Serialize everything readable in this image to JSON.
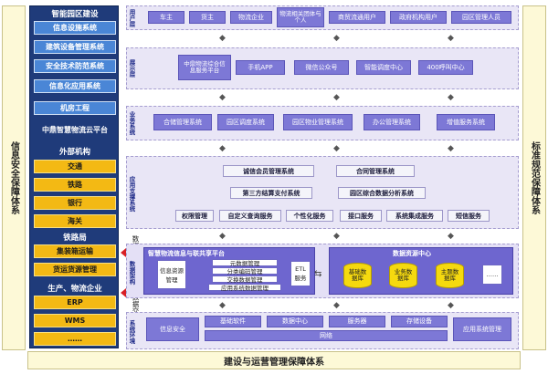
{
  "left_side_label": "信息安全保障体系",
  "right_side_label": "标准规范保障体系",
  "bottom_label": "建设与运营管理保障体系",
  "left_panel": {
    "title1": "智能园区建设",
    "items1": [
      "信息设施系统",
      "建筑设备管理系统",
      "安全技术防范系统",
      "信息化应用系统",
      "机房工程"
    ],
    "title2": "中鼎智慧物流云平台",
    "title3": "外部机构",
    "items3": [
      "交通",
      "铁路",
      "银行",
      "海关"
    ],
    "title4": "铁路局",
    "items4": [
      "集装箱运输",
      "货运货源管理"
    ],
    "title5": "生产、物流企业",
    "items5": [
      "ERP",
      "WMS",
      "……"
    ]
  },
  "side_arrow_labels": [
    "数据交换",
    "数据交换"
  ],
  "layers": {
    "user": {
      "label": "用户层",
      "items": [
        "车主",
        "货主",
        "物流企业",
        "物流相关团体与个人",
        "商贸流通用户",
        "政府机构用户",
        "园区管理人员"
      ]
    },
    "display": {
      "label": "展示层",
      "items": [
        "中鼎物流综合信息服务平台",
        "手机APP",
        "微信公众号",
        "智能调度中心",
        "400呼叫中心"
      ]
    },
    "business": {
      "label": "业务系统",
      "items": [
        "合储管理系统",
        "园区调度系统",
        "园区物业管理系统",
        "办公管理系统",
        "增值服务系统"
      ]
    },
    "support": {
      "label": "应用支撑系统",
      "row1": [
        "诚信会员管理系统",
        "合同管理系统"
      ],
      "row2": [
        "第三方结算支付系统",
        "园区综合数据分析系统"
      ],
      "row3": [
        "权限管理",
        "自定义查询服务",
        "个性化服务",
        "接口服务",
        "系统集成服务",
        "短信服务"
      ]
    },
    "data": {
      "label": "数据架构",
      "platform_title": "智慧物流信息与联共享平台",
      "info_box": "信息资源管理",
      "info_items": [
        "元数据管理",
        "分类编码管理",
        "交换数据管理",
        "应用系统数据管理"
      ],
      "etl": "ETL服务",
      "center_title": "数据资源中心",
      "dbs": [
        "基础数据库",
        "业务数据库",
        "主题数据库",
        "……"
      ]
    },
    "infra": {
      "label": "系统环境",
      "items": [
        "信息安全",
        "基础软件",
        "数据中心",
        "服务器",
        "存储设备",
        "应用系统管理"
      ],
      "network": "网络"
    }
  }
}
